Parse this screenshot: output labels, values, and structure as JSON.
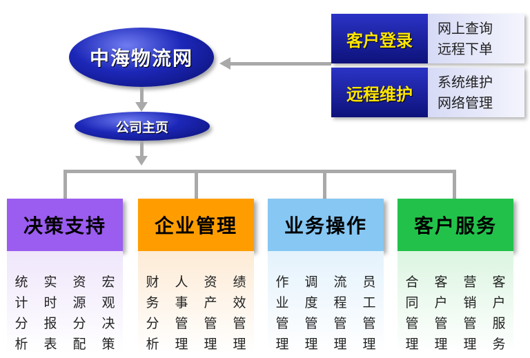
{
  "main_node": "中海物流网",
  "home_node": "公司主页",
  "side_entries": [
    {
      "label": "客户登录",
      "lines": [
        "网上查询",
        "远程下单"
      ]
    },
    {
      "label": "远程维护",
      "lines": [
        "系统维护",
        "网络管理"
      ]
    }
  ],
  "categories": [
    {
      "label": "决策支持",
      "color": "#9b5cf0",
      "bg": "#efe6fb",
      "items": [
        "统计分析",
        "实时报表",
        "资源分配",
        "宏观决策"
      ]
    },
    {
      "label": "企业管理",
      "color": "#ff9d00",
      "bg": "#fdebd6",
      "items": [
        "财务分析",
        "人事管理",
        "资产管理",
        "绩效管理"
      ]
    },
    {
      "label": "业务操作",
      "color": "#86c7f3",
      "bg": "#e4f2fc",
      "items": [
        "作业管理",
        "调度管理",
        "流程管理",
        "员工管理"
      ]
    },
    {
      "label": "客户服务",
      "color": "#22c24a",
      "bg": "#dcf5e1",
      "items": [
        "合同管理",
        "客户管理",
        "营销管理",
        "客户服务"
      ]
    }
  ]
}
